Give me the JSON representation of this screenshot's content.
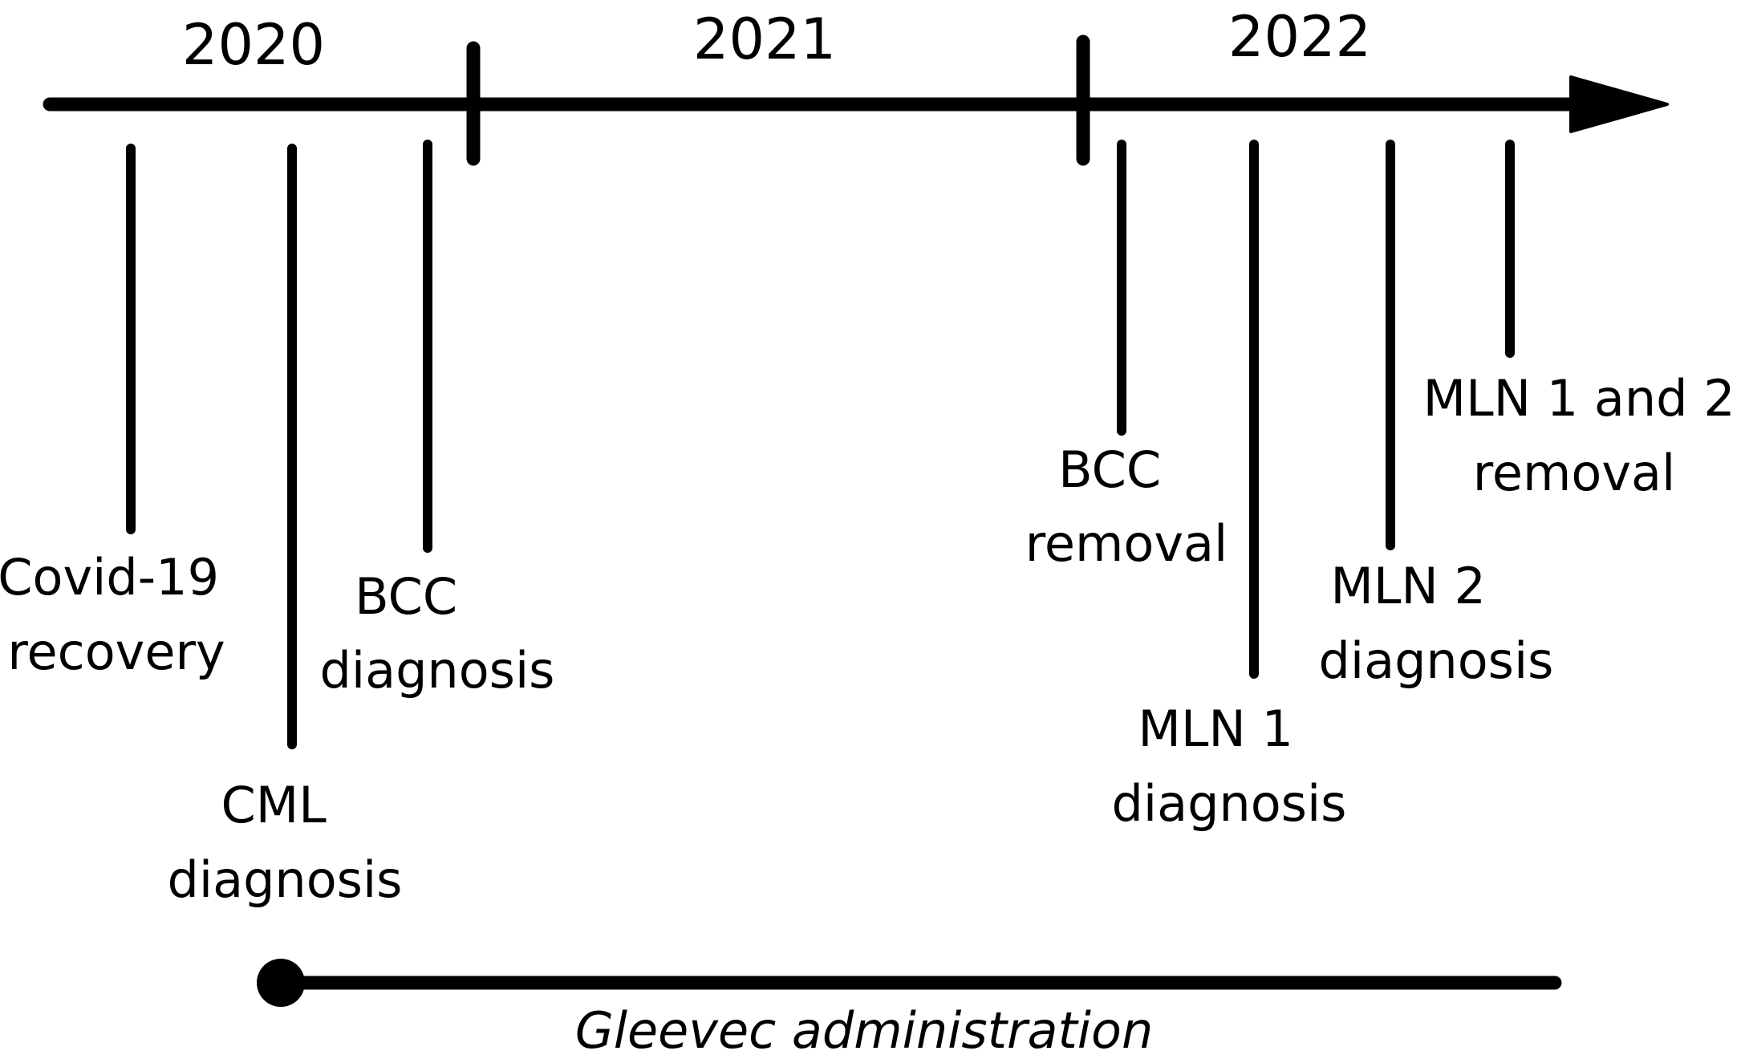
{
  "colors": {
    "ink": "#000000",
    "background": "#ffffff"
  },
  "timeline": {
    "years": [
      "2020",
      "2021",
      "2022"
    ]
  },
  "events": [
    {
      "lines": [
        "Covid-19",
        "recovery"
      ]
    },
    {
      "lines": [
        "CML",
        "diagnosis"
      ]
    },
    {
      "lines": [
        "BCC",
        "diagnosis"
      ]
    },
    {
      "lines": [
        "BCC",
        "removal"
      ]
    },
    {
      "lines": [
        "MLN 1",
        "diagnosis"
      ]
    },
    {
      "lines": [
        "MLN 2",
        "diagnosis"
      ]
    },
    {
      "lines": [
        "MLN 1 and 2",
        "removal"
      ]
    }
  ],
  "treatment": {
    "label": "Gleevec administration"
  }
}
